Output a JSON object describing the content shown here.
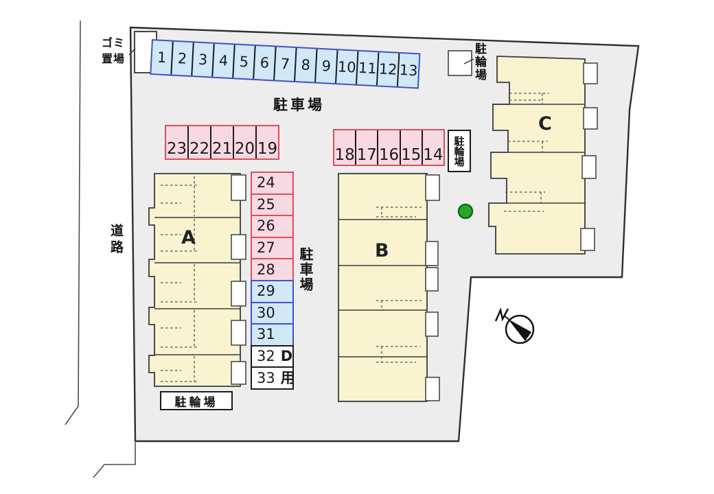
{
  "labels": {
    "garbage_line1": "ゴミ",
    "garbage_line2": "置場",
    "road": "道路",
    "parking_lot": "駐車場",
    "parking_lot_vertical": "駐車場",
    "bicycle_top": "駐輪場",
    "bicycle_mid": "駐輪場",
    "bicycle_bottom": "駐輪場",
    "compass_north": "N"
  },
  "buildings": [
    {
      "label": "A"
    },
    {
      "label": "B"
    },
    {
      "label": "C"
    }
  ],
  "parking": {
    "top_row": [
      "1",
      "2",
      "3",
      "4",
      "5",
      "6",
      "7",
      "8",
      "9",
      "10",
      "11",
      "12",
      "13"
    ],
    "row_left": [
      "23",
      "22",
      "21",
      "20",
      "19"
    ],
    "row_right": [
      "18",
      "17",
      "16",
      "15",
      "14"
    ],
    "column": [
      {
        "num": "24"
      },
      {
        "num": "25"
      },
      {
        "num": "26"
      },
      {
        "num": "27"
      },
      {
        "num": "28"
      },
      {
        "num": "29"
      },
      {
        "num": "30"
      },
      {
        "num": "31"
      },
      {
        "num": "32",
        "suffix": "D"
      },
      {
        "num": "33",
        "suffix": "用"
      }
    ]
  },
  "colors": {
    "site_fill": "#ededed",
    "building_fill": "#faf3d0",
    "space_pink": "#f8d8e3",
    "space_pink_border": "#d94f63",
    "space_blue": "#d0e8f8",
    "space_blue_border": "#4450c4",
    "tree_green": "#2ba52b"
  }
}
